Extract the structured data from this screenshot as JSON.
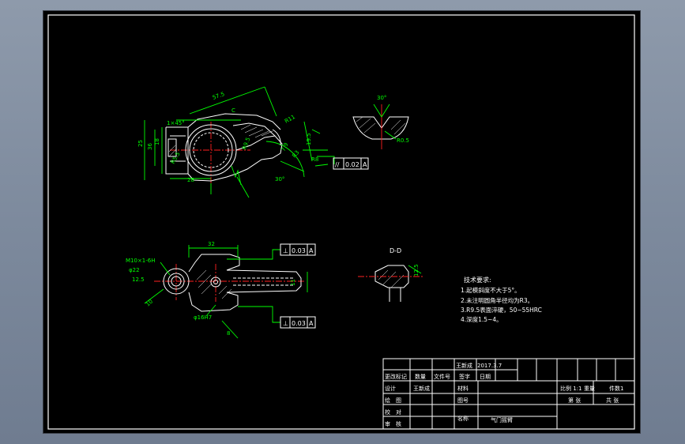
{
  "drawing": {
    "technical_requirements": {
      "heading": "技术要求:",
      "items": [
        "1.起模斜度不大于5°。",
        "2.未注明圆角半径均为R3。",
        "3.R9.5表面淬硬，50~55HRC",
        "4.深度1.5~4。"
      ]
    },
    "section_label": "D-D",
    "gtol": [
      {
        "symbol": "//",
        "value": "0.02",
        "datum": "A"
      },
      {
        "symbol": "⊥",
        "value": "0.03",
        "datum": "A"
      },
      {
        "symbol": "⊥",
        "value": "0.03",
        "datum": "A"
      }
    ],
    "dimensions": {
      "top_view": [
        "57.5",
        "25",
        "36",
        "18",
        "R9.5",
        "R5.5",
        "R11",
        "19.5",
        "7.9",
        "R3",
        "28",
        "30°",
        "1×45°",
        "C",
        "R8"
      ],
      "bottom_view": [
        "32",
        "M10×1-6H",
        "φ22",
        "12.5",
        "10",
        "11",
        "φ16H7",
        "8"
      ],
      "detail_views": [
        "30°",
        "R0.5",
        "12.5"
      ]
    },
    "title_block": {
      "designer_name": "王新成",
      "date": "2017.3.7",
      "headers": [
        "更改标记",
        "数量",
        "文件号",
        "签字",
        "日期"
      ],
      "rows": [
        {
          "role": "设计",
          "name": "王新成"
        },
        {
          "role": "绘　图",
          "name": ""
        },
        {
          "role": "校　对",
          "name": ""
        },
        {
          "role": "审　核",
          "name": ""
        }
      ],
      "material_label": "材料",
      "drawing_no_label": "图号",
      "name_label": "名称",
      "part_name": "气门摇臂",
      "scale": "比例 1:1",
      "weight": "重量",
      "quantity": "件数1",
      "sheet": "第 张",
      "total_sheets": "共 张"
    }
  },
  "colors": {
    "background": "#000000",
    "outline": "#ffffff",
    "dimension": "#00ff00",
    "centerline": "#ff2020",
    "frame": "#8c98aa"
  }
}
